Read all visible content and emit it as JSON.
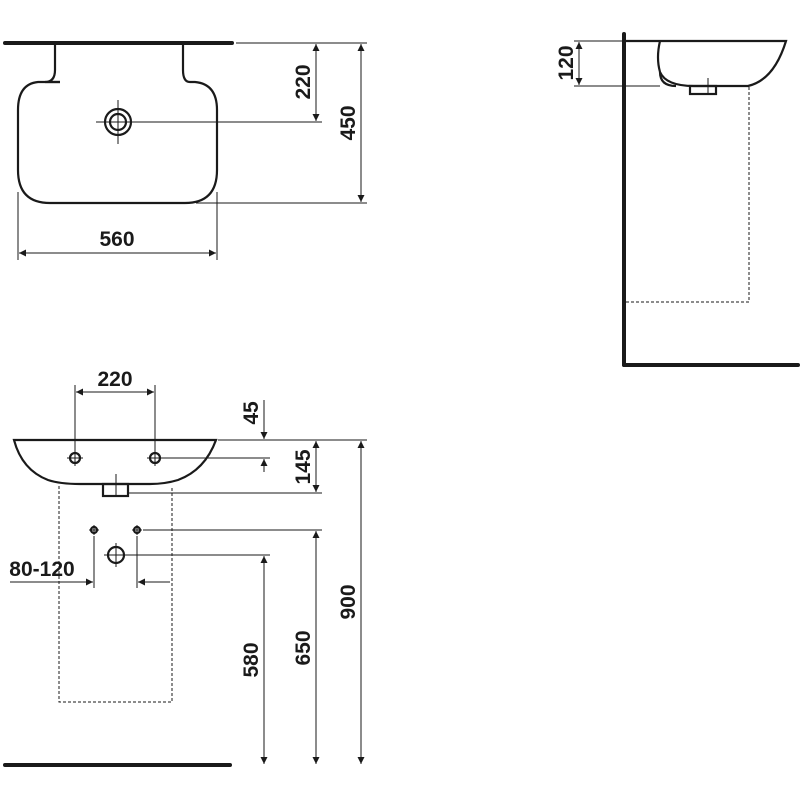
{
  "dimensions": {
    "top_width": "560",
    "top_depth": "450",
    "top_drain_offset": "220",
    "side_rim_height": "120",
    "front_tap_spacing": "220",
    "front_tap_height": "45",
    "front_drain_depth": "145",
    "front_supply_spacing": "80-120",
    "front_waste_height": "580",
    "front_supply_height": "650",
    "front_mount_height": "900"
  },
  "colors": {
    "line": "#1a1a1a",
    "background": "#ffffff"
  }
}
